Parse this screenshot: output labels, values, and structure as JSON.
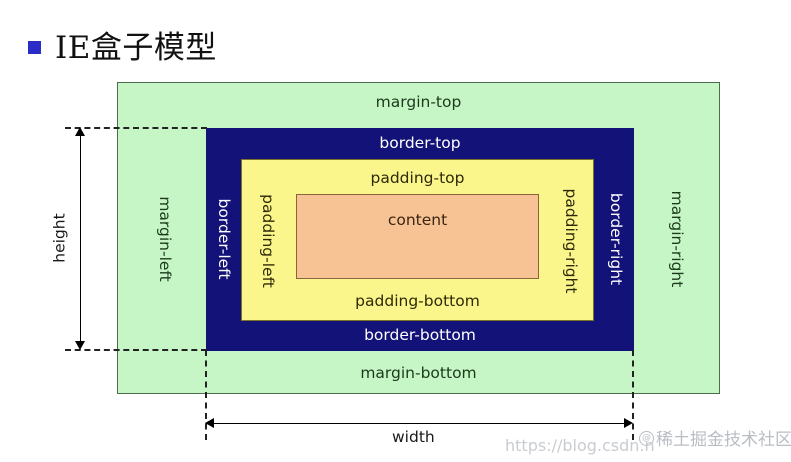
{
  "title": {
    "text": "IE盒子模型",
    "bullet_color": "#2b2bc8"
  },
  "diagram": {
    "type": "css-box-model",
    "layers": [
      {
        "name": "margin",
        "color": "#c6f5c6"
      },
      {
        "name": "border",
        "color": "#121278"
      },
      {
        "name": "padding",
        "color": "#fbf68c"
      },
      {
        "name": "content",
        "color": "#f8c394"
      }
    ],
    "labels": {
      "margin_top": "margin-top",
      "margin_bottom": "margin-bottom",
      "margin_left": "margin-left",
      "margin_right": "margin-right",
      "border_top": "border-top",
      "border_bottom": "border-bottom",
      "border_left": "border-left",
      "border_right": "border-right",
      "padding_top": "padding-top",
      "padding_bottom": "padding-bottom",
      "padding_left": "padding-left",
      "padding_right": "padding-right",
      "content": "content"
    },
    "dimensions": {
      "height_label": "height",
      "width_label": "width"
    }
  },
  "watermarks": {
    "url": "https://blog.csdn.n",
    "community": "稀土掘金技术社区",
    "badge": "@"
  }
}
